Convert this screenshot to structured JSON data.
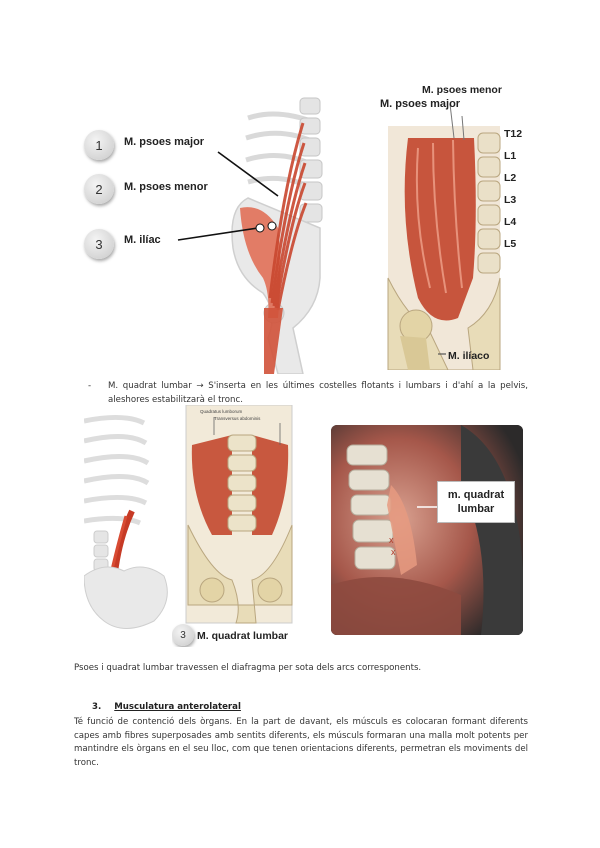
{
  "figure1": {
    "items": [
      {
        "num": "1",
        "label": "M. psoes major"
      },
      {
        "num": "2",
        "label": "M. psoes menor"
      },
      {
        "num": "3",
        "label": "M. ilíac"
      }
    ]
  },
  "figure2": {
    "label_menor": "M. psoes menor",
    "label_major": "M. psoes major",
    "vertebrae": [
      "T12",
      "L1",
      "L2",
      "L3",
      "L4",
      "L5"
    ],
    "label_iliaco": "M. ilíaco"
  },
  "bullet": {
    "marker": "-",
    "text": "M. quadrat lumbar → S'inserta en les últimes costelles flotants i lumbars i d'ahí a la pelvis, aleshores estabilitzarà el tronc."
  },
  "figure4": {
    "num": "3",
    "label": "M. quadrat lumbar",
    "tiny_label_1": "Quadratus lumborum",
    "tiny_label_2": "Transversus abdominis"
  },
  "figure5": {
    "label_line1": "m. quadrat",
    "label_line2": "lumbar"
  },
  "note": "Psoes i quadrat lumbar travessen el diafragma per sota dels arcs corresponents.",
  "section": {
    "number": "3.",
    "title": "Musculatura anterolateral",
    "paragraph": "Té funció de contenció dels òrgans. En la part de davant, els músculs es colocaran formant diferents capes amb fibres superposades amb sentits diferents, els músculs formaran una malla molt potents per mantindre els òrgans en el seu lloc, com que tenen orientacions diferents, permetran els moviments del tronc."
  }
}
